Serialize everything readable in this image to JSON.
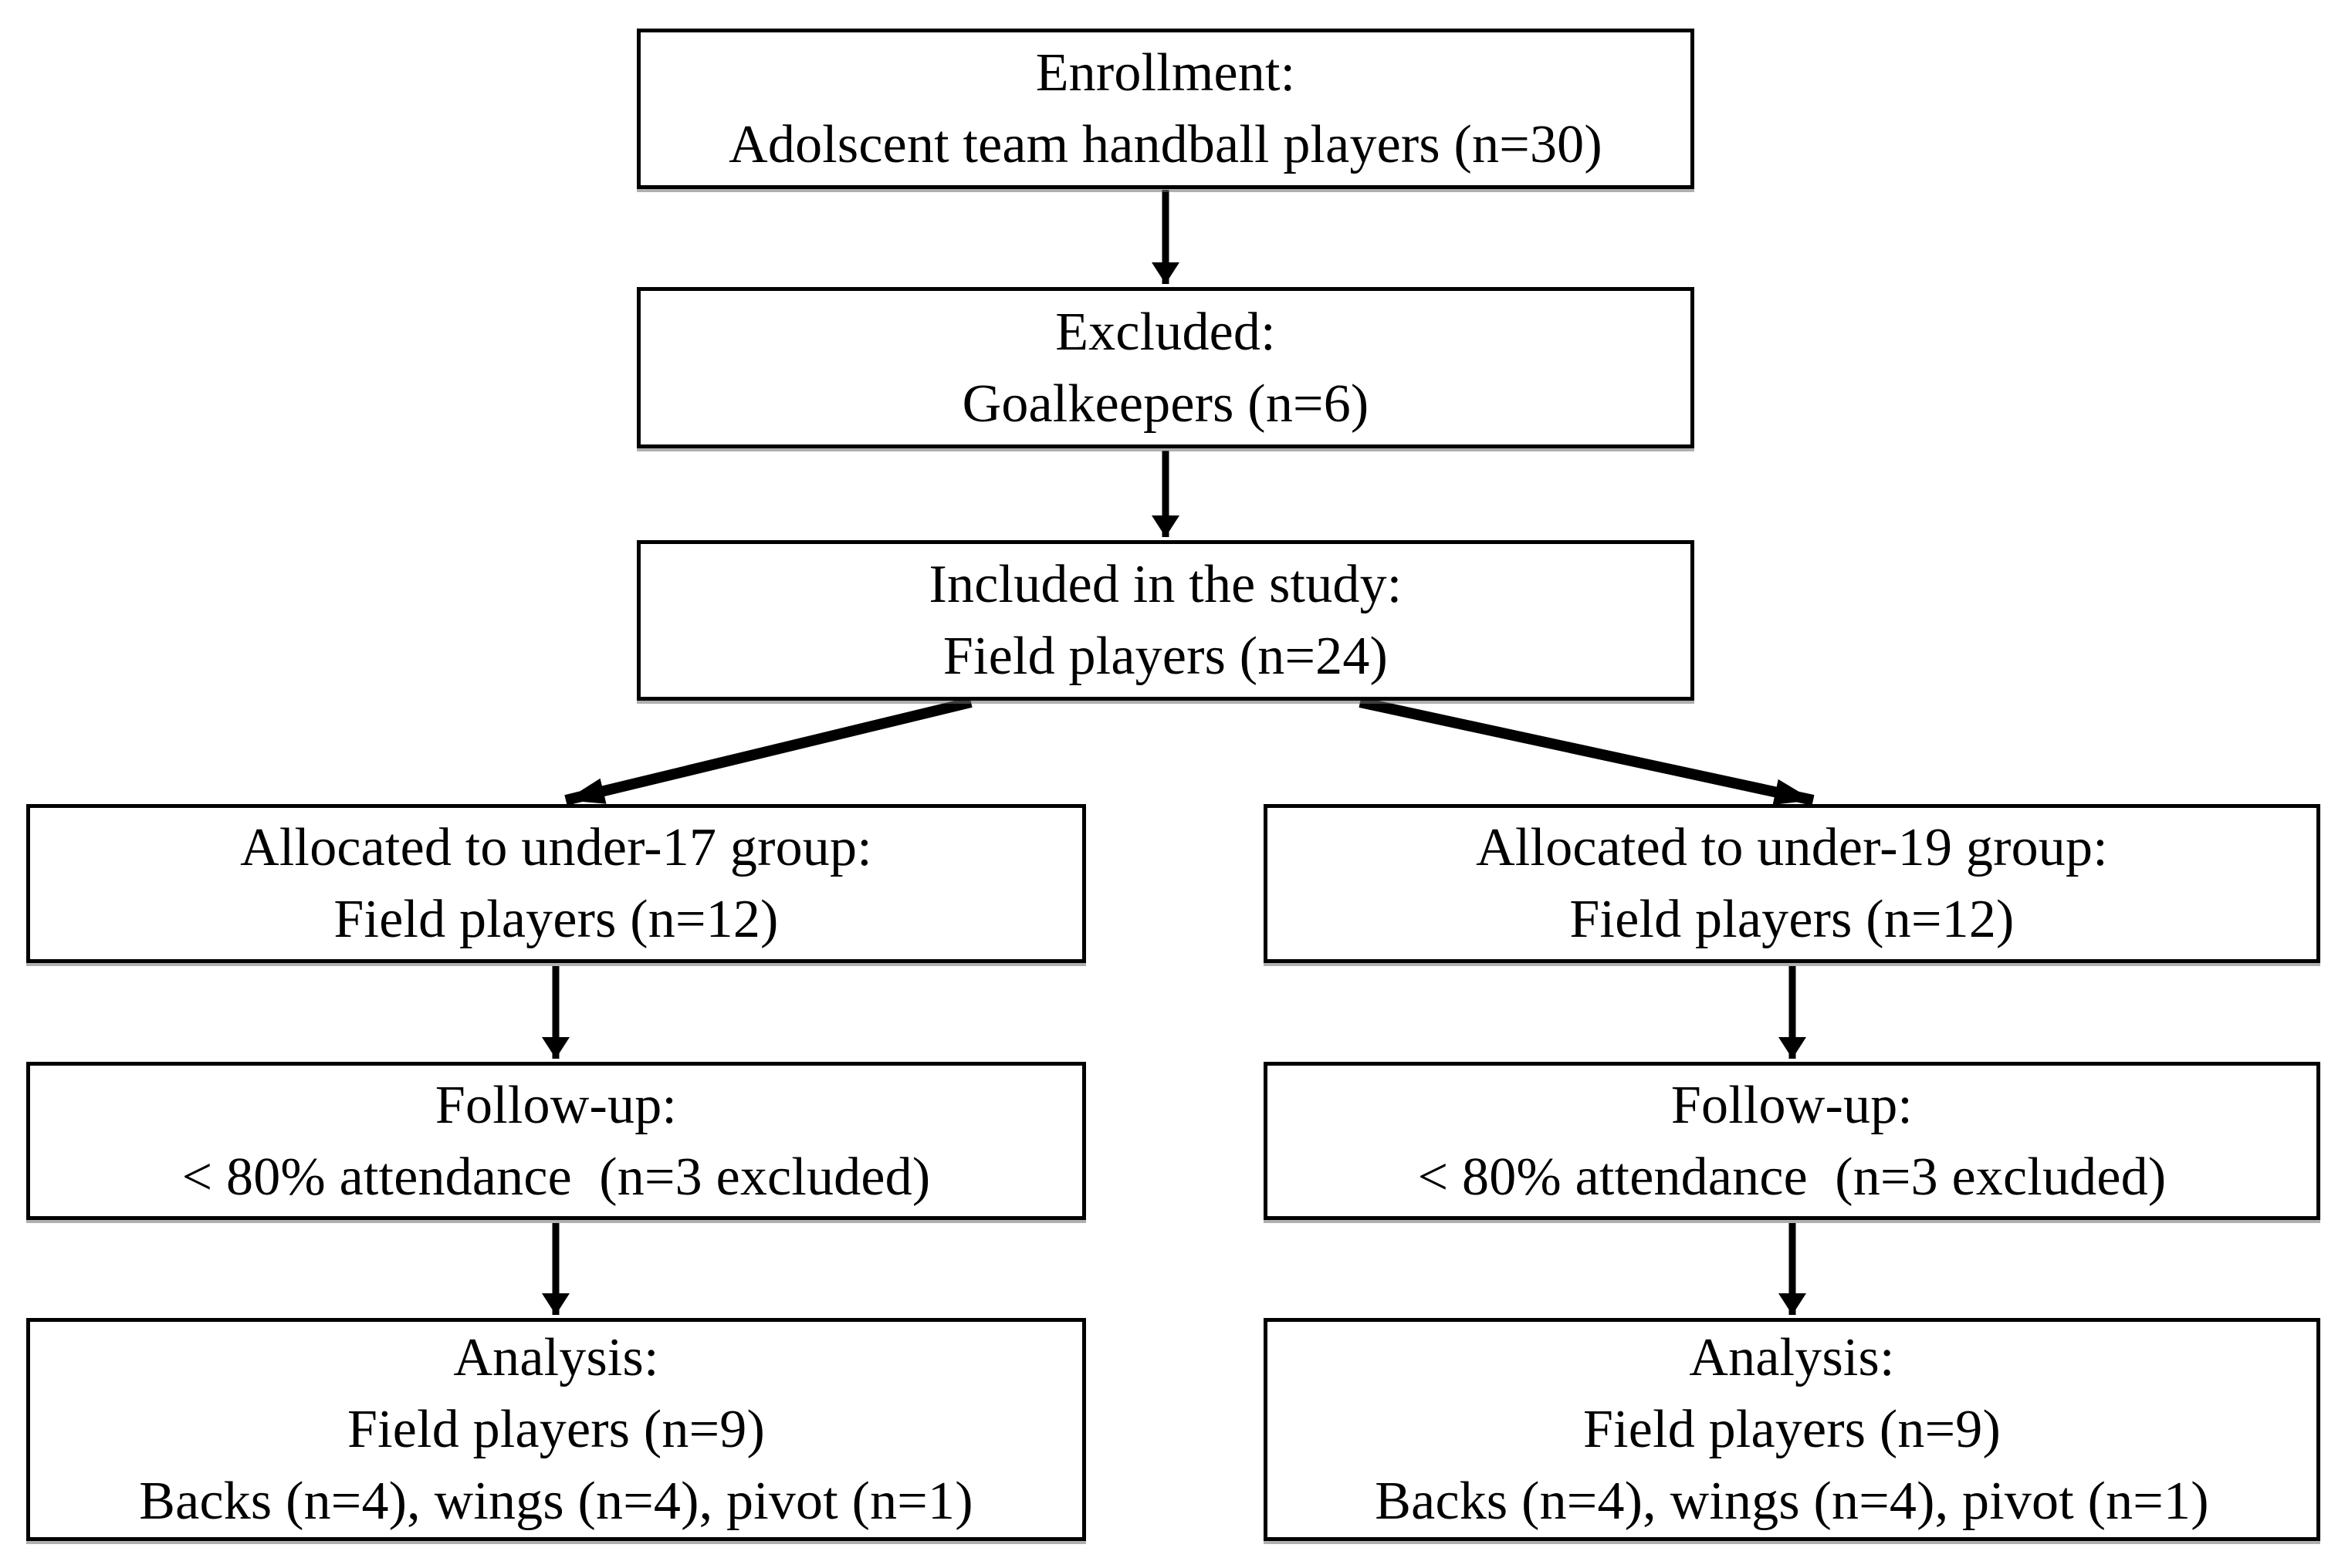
{
  "diagram": {
    "type": "flowchart",
    "colors": {
      "background": "#ffffff",
      "ink": "#000000"
    },
    "boxes": [
      {
        "id": "enrollment",
        "lines": [
          "Enrollment:",
          "Adolscent team handball players (n=30)"
        ]
      },
      {
        "id": "excluded",
        "lines": [
          "Excluded:",
          "Goalkeepers (n=6)"
        ]
      },
      {
        "id": "included",
        "lines": [
          "Included in the study:",
          "Field players (n=24)"
        ]
      },
      {
        "id": "allocated-under-17",
        "lines": [
          "Allocated to under-17 group:",
          "Field players (n=12)"
        ]
      },
      {
        "id": "allocated-under-19",
        "lines": [
          "Allocated to under-19 group:",
          "Field players (n=12)"
        ]
      },
      {
        "id": "followup-under-17",
        "lines": [
          "Follow-up:",
          "< 80% attendance  (n=3 excluded)"
        ]
      },
      {
        "id": "followup-under-19",
        "lines": [
          "Follow-up:",
          "< 80% attendance  (n=3 excluded)"
        ]
      },
      {
        "id": "analysis-under-17",
        "lines": [
          "Analysis:",
          "Field players (n=9)",
          "Backs (n=4), wings (n=4), pivot (n=1)"
        ]
      },
      {
        "id": "analysis-under-19",
        "lines": [
          "Analysis:",
          "Field players (n=9)",
          "Backs (n=4), wings (n=4), pivot (n=1)"
        ]
      }
    ],
    "connections": [
      "enrollment -> excluded",
      "excluded -> included",
      "included -> allocated-under-17",
      "included -> allocated-under-19",
      "allocated-under-17 -> followup-under-17",
      "allocated-under-19 -> followup-under-19",
      "followup-under-17 -> analysis-under-17",
      "followup-under-19 -> analysis-under-19"
    ]
  }
}
